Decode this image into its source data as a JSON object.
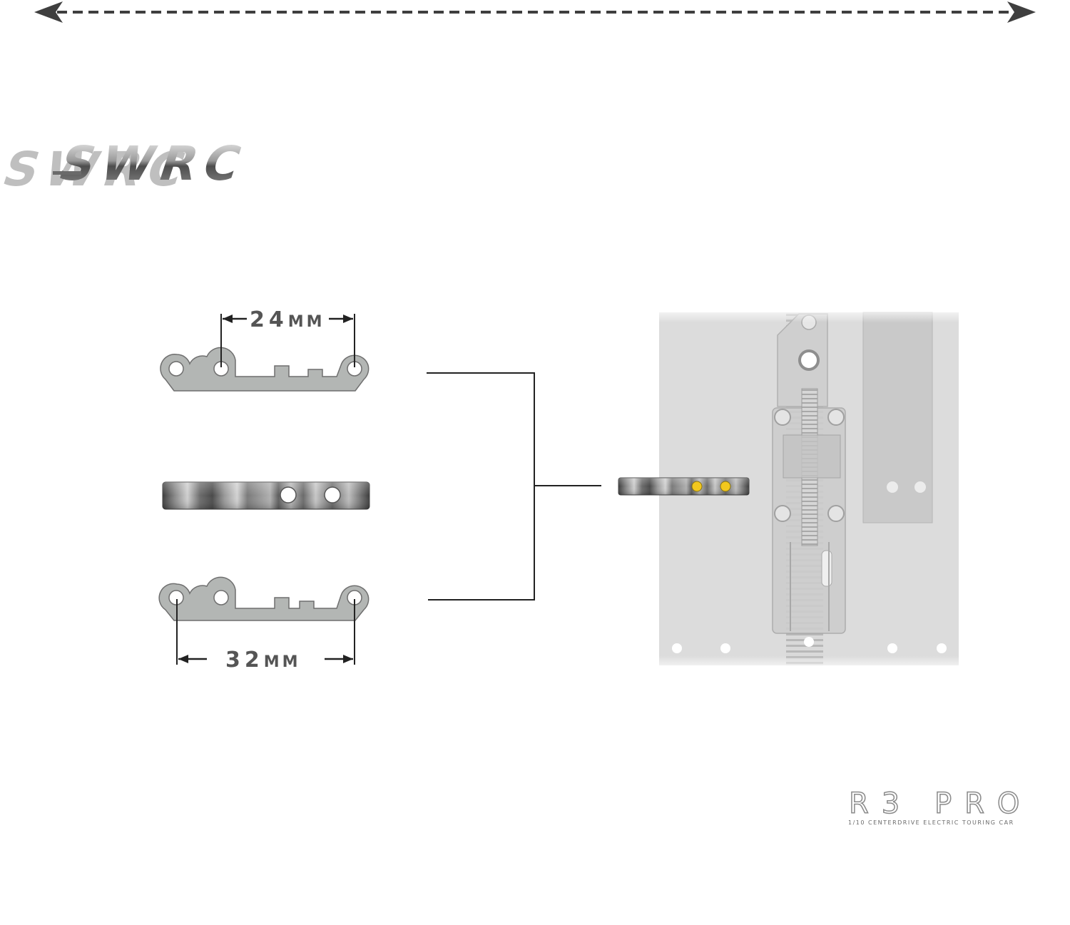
{
  "logo": {
    "text": "SWRC"
  },
  "dimensions": {
    "top": {
      "value": "24",
      "unit": "MM"
    },
    "bottom": {
      "value": "32",
      "unit": "MM"
    }
  },
  "brand": {
    "model": "R3 PRO",
    "subtitle": "1/10 CENTERDRIVE ELECTRIC TOURING CAR"
  },
  "colors": {
    "part_fill": "#b3b6b4",
    "part_stroke": "#6f6f6f",
    "screw_highlight": "#f2c81e",
    "chassis_panel": "#dcdcdc",
    "arrow": "#3f3f3f"
  }
}
